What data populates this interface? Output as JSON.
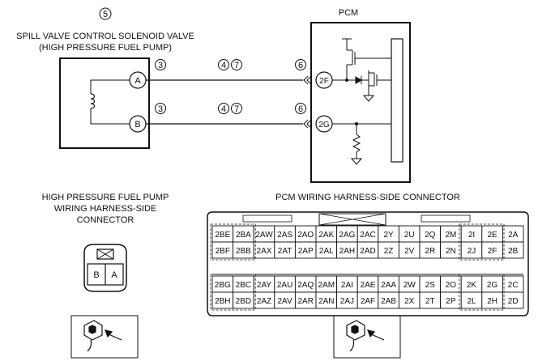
{
  "circled_refs": {
    "five": "5",
    "three": "3",
    "six": "6",
    "four": "4",
    "seven": "7"
  },
  "component": {
    "title_line1": "SPILL VALVE CONTROL SOLENOID VALVE",
    "title_line2": "(HIGH PRESSURE FUEL PUMP)",
    "terminal_a": "A",
    "terminal_b": "B"
  },
  "pcm": {
    "title": "PCM",
    "terminal_2f": "2F",
    "terminal_2g": "2G"
  },
  "pump_connector": {
    "title_line1": "HIGH PRESSURE FUEL PUMP",
    "title_line2": "WIRING HARNESS-SIDE",
    "title_line3": "CONNECTOR",
    "pins": [
      "B",
      "A"
    ]
  },
  "pcm_connector": {
    "title": "PCM WIRING HARNESS-SIDE CONNECTOR",
    "upper_rows": [
      [
        "2BE",
        "2BA",
        "2AW",
        "2AS",
        "2AO",
        "2AK",
        "2AG",
        "2AC",
        "2Y",
        "2U",
        "2Q",
        "2M",
        "2I",
        "2E",
        "2A"
      ],
      [
        "2BF",
        "2BB",
        "2AX",
        "2AT",
        "2AP",
        "2AL",
        "2AH",
        "2AD",
        "2Z",
        "2V",
        "2R",
        "2N",
        "2J",
        "2F",
        "2B"
      ]
    ],
    "lower_rows": [
      [
        "2BG",
        "2BC",
        "2AY",
        "2AU",
        "2AQ",
        "2AM",
        "2AI",
        "2AE",
        "2AA",
        "2W",
        "2S",
        "2O",
        "2K",
        "2G",
        "2C"
      ],
      [
        "2BH",
        "2BD",
        "2AZ",
        "2AV",
        "2AR",
        "2AN",
        "2AJ",
        "2AF",
        "2AB",
        "2X",
        "2T",
        "2P",
        "2L",
        "2H",
        "2D"
      ]
    ]
  }
}
